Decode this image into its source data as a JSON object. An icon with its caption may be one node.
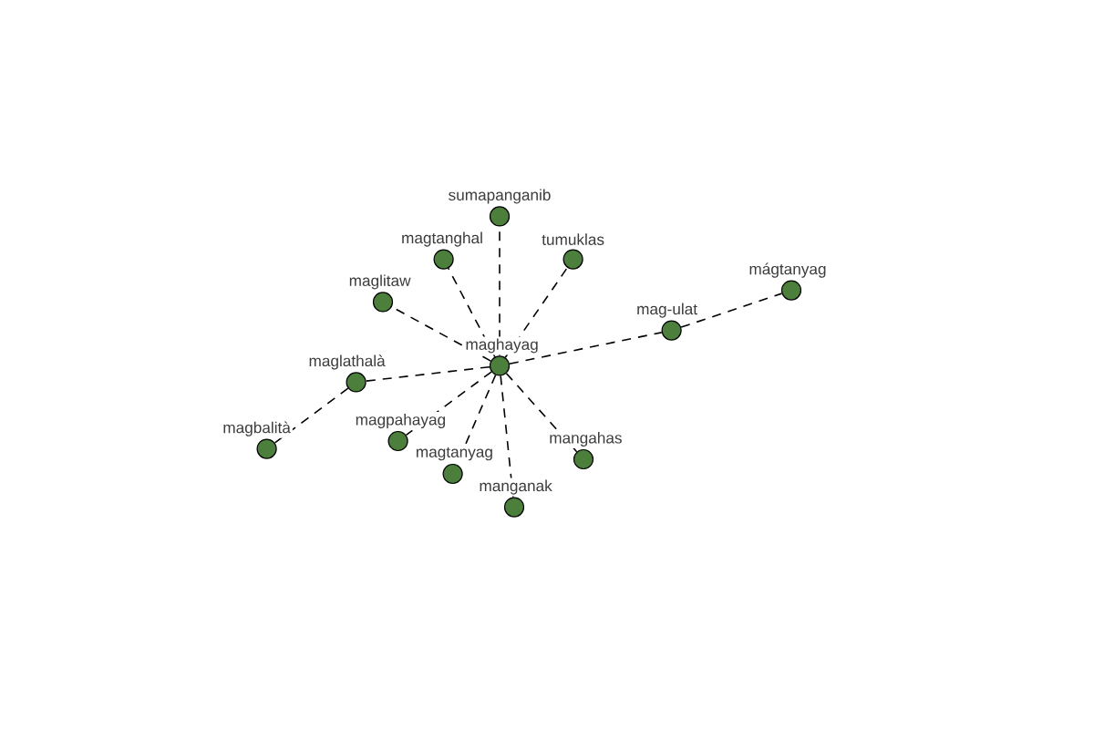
{
  "diagram": {
    "nodes": [
      {
        "text": [
          "sumapanganib"
        ]
      },
      {
        "text": [
          "magtanghal"
        ]
      },
      {
        "text": [
          "tumuklas"
        ]
      },
      {
        "text": [
          "mágtanyag"
        ]
      },
      {
        "text": [
          "maglitaw"
        ]
      },
      {
        "text": [
          "mag-ulat"
        ]
      },
      {
        "text": [
          "maghayag"
        ]
      },
      {
        "text": [
          "maglathalà"
        ]
      },
      {
        "text": [
          "magbalità"
        ]
      },
      {
        "text": [
          "magpahayag"
        ]
      },
      {
        "text": [
          "mangahas"
        ]
      },
      {
        "text": [
          "magtanyag"
        ]
      },
      {
        "text": [
          "manganak"
        ]
      }
    ],
    "edges": [
      {
        "from": 6,
        "to": 0,
        "arrow": "none"
      },
      {
        "from": 6,
        "to": 1,
        "arrow": "none"
      },
      {
        "from": 6,
        "to": 2,
        "arrow": "none"
      },
      {
        "from": 6,
        "to": 4,
        "arrow": "none"
      },
      {
        "from": 6,
        "to": 5,
        "arrow": "none"
      },
      {
        "from": 5,
        "to": 3,
        "arrow": "none"
      },
      {
        "from": 6,
        "to": 7,
        "arrow": "none"
      },
      {
        "from": 7,
        "to": 8,
        "arrow": "none"
      },
      {
        "from": 6,
        "to": 9,
        "arrow": "none"
      },
      {
        "from": 6,
        "to": 10,
        "arrow": "none"
      },
      {
        "from": 6,
        "to": 11,
        "arrow": "none"
      },
      {
        "from": 6,
        "to": 12,
        "arrow": "none"
      }
    ]
  }
}
